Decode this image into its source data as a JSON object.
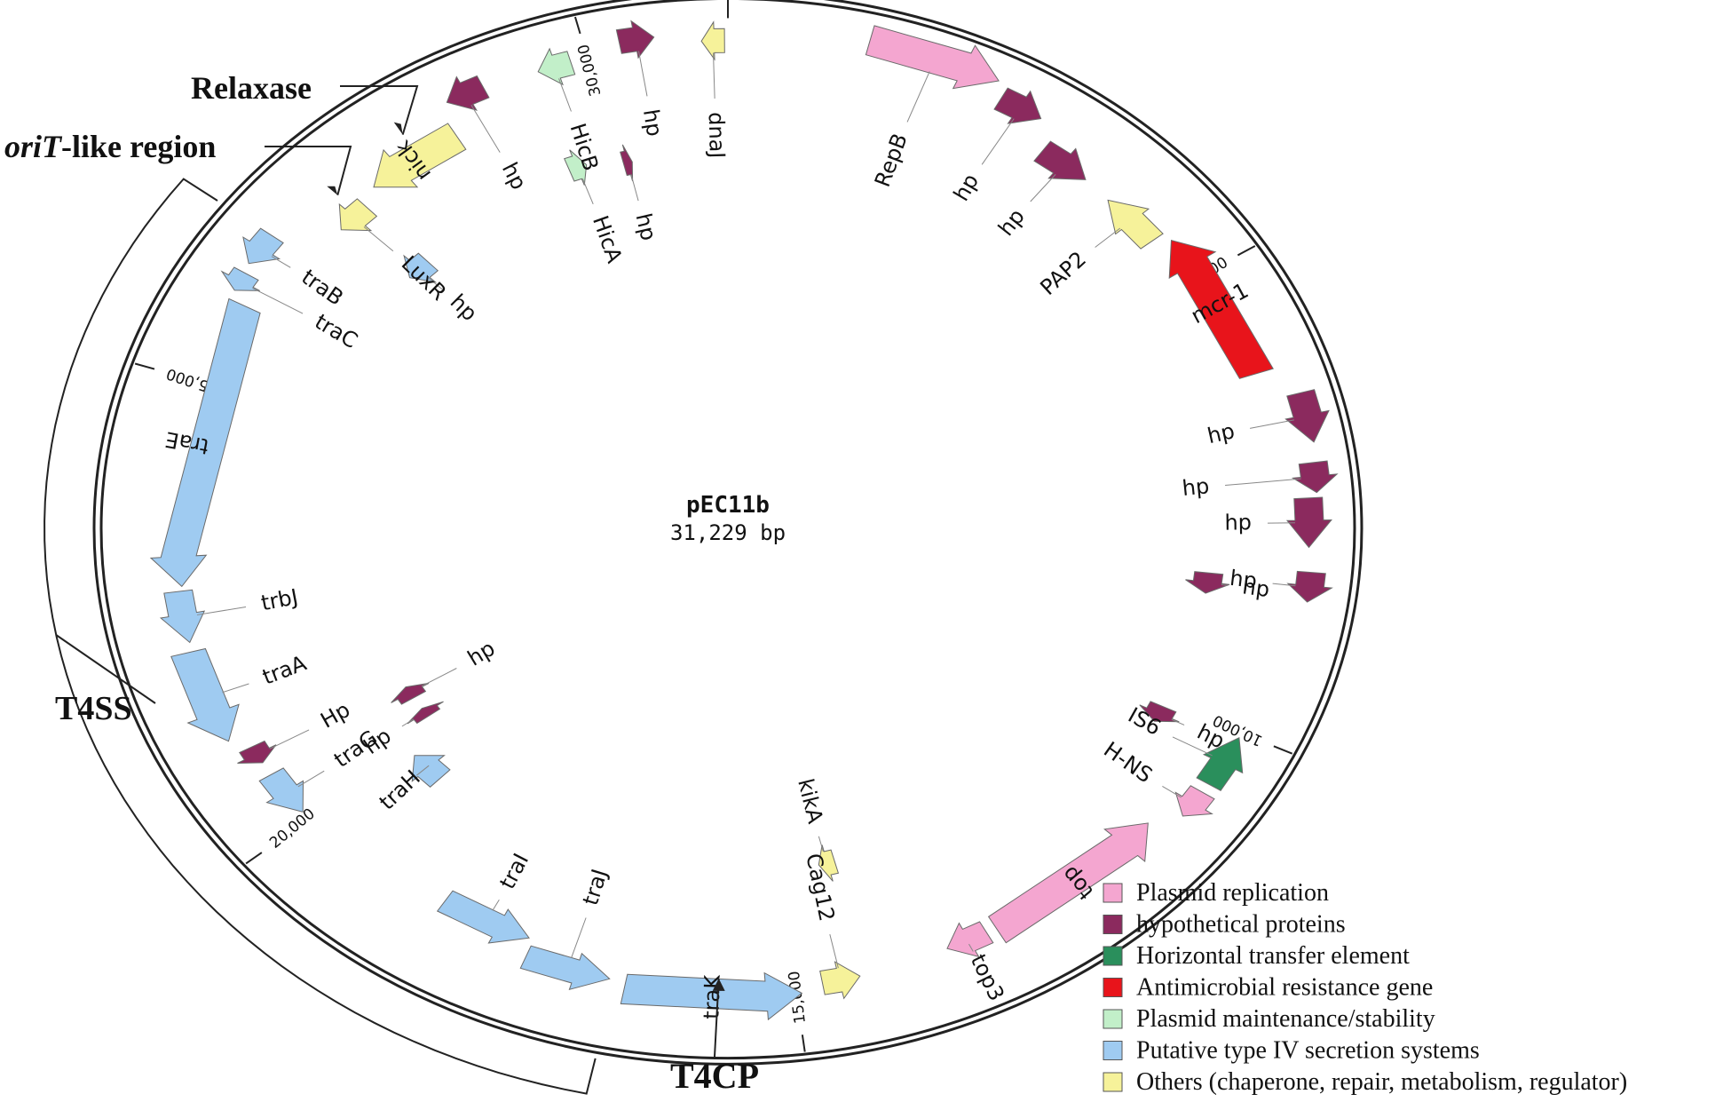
{
  "plasmid": {
    "name": "pEC11b",
    "size_label": "31,229 bp",
    "length_bp": 31229
  },
  "colors": {
    "replication": "#f4a6d0",
    "hypothetical": "#8b2a5e",
    "transfer": "#2a8f5c",
    "resistance": "#e8141b",
    "stability": "#c2efc9",
    "t4ss": "#9fcbf1",
    "others": "#f6f29a"
  },
  "ticks": [
    {
      "bp": 5000,
      "label": "5000"
    },
    {
      "bp": 10000,
      "label": "10,000"
    },
    {
      "bp": 15000,
      "label": "15,000"
    },
    {
      "bp": 20000,
      "label": "20,000"
    },
    {
      "bp": 25000,
      "label": "25,000"
    },
    {
      "bp": 30000,
      "label": "30,000"
    }
  ],
  "features": [
    {
      "name": "dnaJ",
      "cat": "others",
      "start": 31000,
      "end": 31200,
      "strand": -1,
      "r": 650,
      "lr": 555
    },
    {
      "name": "RepB",
      "cat": "replication",
      "start": 1200,
      "end": 2350,
      "strand": 1,
      "r": 670,
      "lr": 560
    },
    {
      "name": "hp",
      "cat": "hypothetical",
      "start": 2450,
      "end": 2850,
      "strand": 1,
      "r": 650,
      "lr": 545
    },
    {
      "name": "hp",
      "cat": "hypothetical",
      "start": 3050,
      "end": 3550,
      "strand": 1,
      "r": 615,
      "lr": 535
    },
    {
      "name": "PAP2",
      "cat": "others",
      "start": 3850,
      "end": 4450,
      "strand": -1,
      "r": 612,
      "lr": 540
    },
    {
      "name": "mcr-1",
      "cat": "resistance",
      "start": 4550,
      "end": 6150,
      "strand": -1,
      "r": 630,
      "lr": 0
    },
    {
      "name": "hp",
      "cat": "hypothetical",
      "start": 6450,
      "end": 6950,
      "strand": 1,
      "r": 670,
      "lr": 585
    },
    {
      "name": "hp",
      "cat": "hypothetical",
      "start": 7150,
      "end": 7450,
      "strand": 1,
      "r": 665,
      "lr": 545
    },
    {
      "name": "hp",
      "cat": "hypothetical",
      "start": 7500,
      "end": 8000,
      "strand": 1,
      "r": 655,
      "lr": 590
    },
    {
      "name": "hp",
      "cat": "hypothetical",
      "start": 8250,
      "end": 8550,
      "strand": 1,
      "r": 660,
      "lr": 600
    },
    {
      "name": "hp",
      "cat": "hypothetical",
      "start": 8350,
      "end": 8600,
      "strand": 1,
      "r": 545,
      "lr": 585
    },
    {
      "name": "hp",
      "cat": "hypothetical",
      "start": 10050,
      "end": 10250,
      "strand": 1,
      "r": 545,
      "lr": 595
    },
    {
      "name": "IS6",
      "cat": "transfer",
      "start": 10050,
      "end": 10600,
      "strand": -1,
      "r": 640,
      "lr": 555
    },
    {
      "name": "H-NS",
      "cat": "replication",
      "start": 10700,
      "end": 11000,
      "strand": 1,
      "r": 640,
      "lr": 580
    },
    {
      "name": "top",
      "cat": "replication",
      "start": 11250,
      "end": 13050,
      "strand": -1,
      "r": 615,
      "lr": 0
    },
    {
      "name": "top3",
      "cat": "replication",
      "start": 13150,
      "end": 13550,
      "strand": 1,
      "r": 612,
      "lr": 635
    },
    {
      "name": "kikA",
      "cat": "others",
      "start": 14300,
      "end": 14500,
      "strand": 1,
      "r": 460,
      "lr": 405
    },
    {
      "name": "Cag12",
      "cat": "others",
      "start": 14400,
      "end": 14750,
      "strand": -1,
      "r": 615,
      "lr": 535
    },
    {
      "name": "traK",
      "cat": "t4ss",
      "start": 14950,
      "end": 16550,
      "strand": -1,
      "r": 625,
      "lr": 0
    },
    {
      "name": "traJ",
      "cat": "t4ss",
      "start": 16700,
      "end": 17500,
      "strand": -1,
      "r": 615,
      "lr": 525
    },
    {
      "name": "traI",
      "cat": "t4ss",
      "start": 17550,
      "end": 18450,
      "strand": -1,
      "r": 590,
      "lr": 540
    },
    {
      "name": "traH",
      "cat": "t4ss",
      "start": 19450,
      "end": 19900,
      "strand": 1,
      "r": 465,
      "lr": 480
    },
    {
      "name": "hp",
      "cat": "hypothetical",
      "start": 20250,
      "end": 20400,
      "strand": 1,
      "r": 420,
      "lr": 470
    },
    {
      "name": "hp",
      "cat": "hypothetical",
      "start": 20600,
      "end": 20800,
      "strand": 1,
      "r": 420,
      "lr": 340
    },
    {
      "name": "traG",
      "cat": "t4ss",
      "start": 20100,
      "end": 20600,
      "strand": -1,
      "r": 610,
      "lr": 540
    },
    {
      "name": "Hp",
      "cat": "hypothetical",
      "start": 20750,
      "end": 20950,
      "strand": -1,
      "r": 610,
      "lr": 525
    },
    {
      "name": "traA",
      "cat": "t4ss",
      "start": 21100,
      "end": 22100,
      "strand": -1,
      "r": 630,
      "lr": 560
    },
    {
      "name": "trbJ",
      "cat": "t4ss",
      "start": 22200,
      "end": 22750,
      "strand": -1,
      "r": 625,
      "lr": 535
    },
    {
      "name": "traE",
      "cat": "t4ss",
      "start": 22800,
      "end": 25900,
      "strand": -1,
      "r": 620,
      "lr": 0
    },
    {
      "name": "traC",
      "cat": "t4ss",
      "start": 26000,
      "end": 26200,
      "strand": -1,
      "r": 640,
      "lr": 540
    },
    {
      "name": "traB",
      "cat": "t4ss",
      "start": 26300,
      "end": 26650,
      "strand": -1,
      "r": 645,
      "lr": 585
    },
    {
      "name": "hp",
      "cat": "t4ss",
      "start": 27150,
      "end": 27450,
      "strand": -1,
      "r": 490,
      "lr": 435
    },
    {
      "name": "LuxR",
      "cat": "others",
      "start": 27100,
      "end": 27450,
      "strand": -1,
      "r": 590,
      "lr": 510
    },
    {
      "name": "nick",
      "cat": "others",
      "start": 27650,
      "end": 28600,
      "strand": -1,
      "r": 605,
      "lr": 0
    },
    {
      "name": "hp",
      "cat": "hypothetical",
      "start": 28700,
      "end": 29050,
      "strand": -1,
      "r": 650,
      "lr": 545
    },
    {
      "name": "HicA",
      "cat": "stability",
      "start": 29450,
      "end": 29650,
      "strand": 1,
      "r": 510,
      "lr": 440
    },
    {
      "name": "HicB",
      "cat": "stability",
      "start": 29550,
      "end": 29850,
      "strand": -1,
      "r": 645,
      "lr": 565
    },
    {
      "name": "hp",
      "cat": "hypothetical",
      "start": 30050,
      "end": 30150,
      "strand": 1,
      "r": 500,
      "lr": 430
    },
    {
      "name": "hp",
      "cat": "hypothetical",
      "start": 30300,
      "end": 30600,
      "strand": 1,
      "r": 660,
      "lr": 565
    }
  ],
  "legend": [
    {
      "cat": "replication",
      "label": "Plasmid replication"
    },
    {
      "cat": "hypothetical",
      "label": "hypothetical proteins"
    },
    {
      "cat": "transfer",
      "label": "Horizontal transfer element"
    },
    {
      "cat": "resistance",
      "label": "Antimicrobial resistance gene"
    },
    {
      "cat": "stability",
      "label": "Plasmid maintenance/stability"
    },
    {
      "cat": "t4ss",
      "label": "Putative type IV secretion systems"
    },
    {
      "cat": "others",
      "label": "Others (chaperone, repair, metabolism, regulator)"
    }
  ],
  "callouts": {
    "relaxase": {
      "label": "Relaxase",
      "bp": 28200
    },
    "orit": {
      "italic": "oriT",
      "rest": "-like region",
      "bp": 27350
    },
    "t4ss": {
      "label": "T4SS",
      "start": 26650,
      "end": 16650
    },
    "t4cp": {
      "label": "T4CP",
      "bp": 15700
    }
  }
}
